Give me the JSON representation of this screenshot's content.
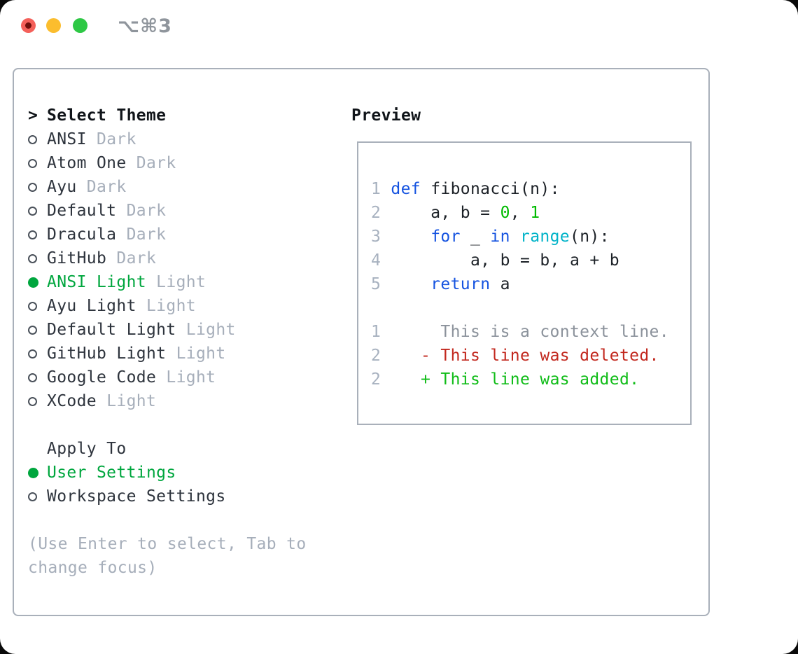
{
  "titlebar": {
    "title": "⌥⌘3"
  },
  "theme_panel": {
    "prompt": ">",
    "header": "Select Theme",
    "themes": [
      {
        "name": "ANSI",
        "variant": "Dark",
        "selected": false
      },
      {
        "name": "Atom One",
        "variant": "Dark",
        "selected": false
      },
      {
        "name": "Ayu",
        "variant": "Dark",
        "selected": false
      },
      {
        "name": "Default",
        "variant": "Dark",
        "selected": false
      },
      {
        "name": "Dracula",
        "variant": "Dark",
        "selected": false
      },
      {
        "name": "GitHub",
        "variant": "Dark",
        "selected": false
      },
      {
        "name": "ANSI Light",
        "variant": "Light",
        "selected": true
      },
      {
        "name": "Ayu Light",
        "variant": "Light",
        "selected": false
      },
      {
        "name": "Default Light",
        "variant": "Light",
        "selected": false
      },
      {
        "name": "GitHub Light",
        "variant": "Light",
        "selected": false
      },
      {
        "name": "Google Code",
        "variant": "Light",
        "selected": false
      },
      {
        "name": "XCode",
        "variant": "Light",
        "selected": false
      }
    ],
    "apply_to": {
      "header": "Apply To",
      "options": [
        {
          "label": "User Settings",
          "selected": true
        },
        {
          "label": "Workspace Settings",
          "selected": false
        }
      ]
    },
    "hint_lines": [
      "(Use Enter to select, Tab to",
      "change focus)"
    ]
  },
  "preview": {
    "header": "Preview",
    "lines": [
      {
        "num": "1",
        "tokens": [
          {
            "text": "def",
            "type": "kw"
          },
          {
            "text": " fibonacci(n):",
            "type": "plain"
          }
        ]
      },
      {
        "num": "2",
        "tokens": [
          {
            "text": "    a, b = ",
            "type": "plain"
          },
          {
            "text": "0",
            "type": "numlit"
          },
          {
            "text": ", ",
            "type": "plain"
          },
          {
            "text": "1",
            "type": "numlit"
          }
        ]
      },
      {
        "num": "3",
        "tokens": [
          {
            "text": "    ",
            "type": "plain"
          },
          {
            "text": "for",
            "type": "kw"
          },
          {
            "text": " _ ",
            "type": "plain"
          },
          {
            "text": "in",
            "type": "kw"
          },
          {
            "text": " ",
            "type": "plain"
          },
          {
            "text": "range",
            "type": "builtin"
          },
          {
            "text": "(n):",
            "type": "plain"
          }
        ]
      },
      {
        "num": "4",
        "tokens": [
          {
            "text": "        a, b = b, a + b",
            "type": "plain"
          }
        ]
      },
      {
        "num": "5",
        "tokens": [
          {
            "text": "    ",
            "type": "plain"
          },
          {
            "text": "return",
            "type": "kw"
          },
          {
            "text": " a",
            "type": "plain"
          }
        ]
      },
      {
        "num": "",
        "tokens": []
      },
      {
        "num": "1",
        "tokens": [
          {
            "text": "     This is a context line.",
            "type": "context"
          }
        ]
      },
      {
        "num": "2",
        "tokens": [
          {
            "text": "   ",
            "type": "plain"
          },
          {
            "text": "- This line was deleted.",
            "type": "deleted"
          }
        ]
      },
      {
        "num": "2",
        "tokens": [
          {
            "text": "   ",
            "type": "plain"
          },
          {
            "text": "+ This line was added.",
            "type": "added"
          }
        ]
      }
    ]
  },
  "colors": {
    "ui_green": "#00a63e",
    "keyword_blue": "#1553e0",
    "builtin_cyan": "#00b3c8",
    "number_green": "#00bb00",
    "added_green": "#0fbc17",
    "deleted_red": "#c2271d",
    "context_gray": "#8b929b",
    "muted_gray": "#a6aeba",
    "border_gray": "#a9b0ba",
    "traffic_red": "#f4605a",
    "traffic_yellow": "#fbbd2e",
    "traffic_green": "#2ec845"
  }
}
